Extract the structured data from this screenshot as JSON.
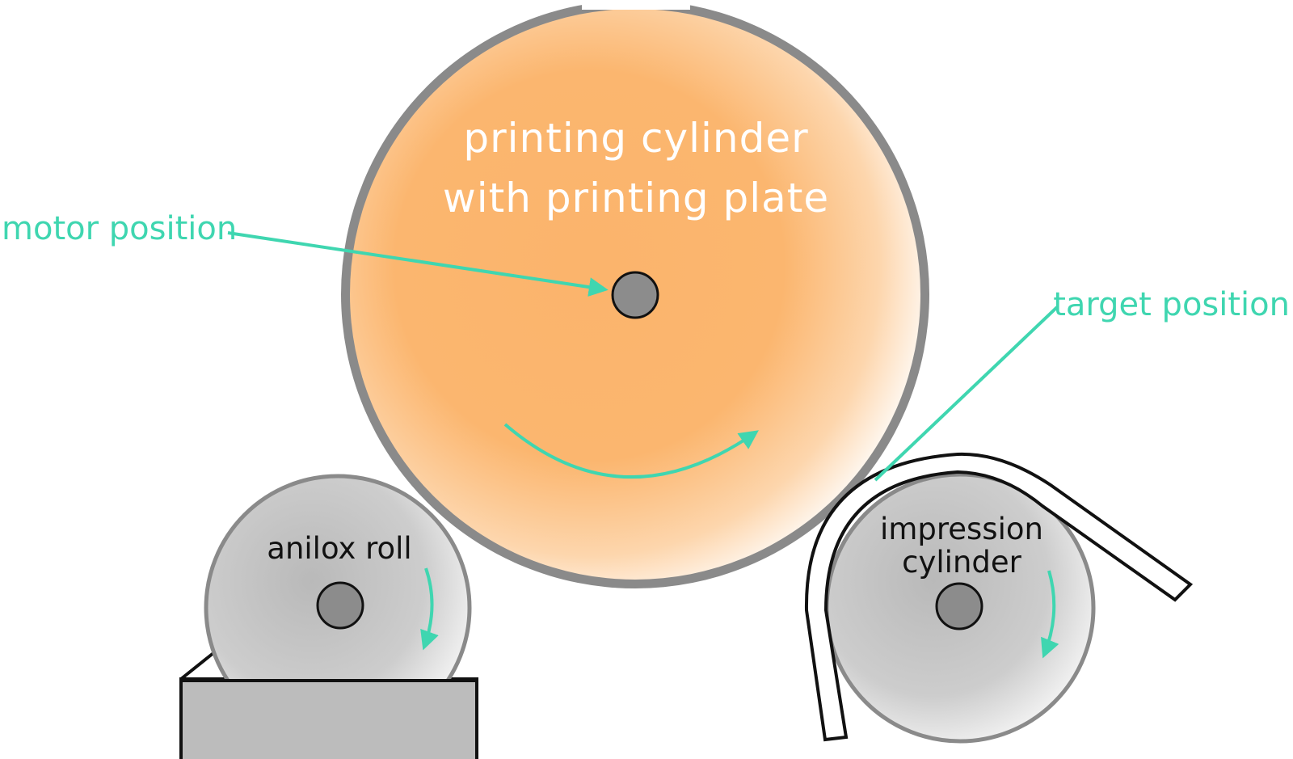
{
  "colors": {
    "accent": "#3fd6b0",
    "cylinder_orange": "#fbb46c",
    "rim_gray": "#8a8a8a",
    "roll_gray": "#bdbdbd",
    "hub_gray": "#8c8c8c"
  },
  "printing_cylinder": {
    "label_line1": "printing cylinder",
    "label_line2": "with printing plate"
  },
  "anilox_roll": {
    "label": "anilox roll"
  },
  "impression_cylinder": {
    "label_line1": "impression",
    "label_line2": "cylinder"
  },
  "annotations": {
    "motor_position": "motor position",
    "target_position": "target position"
  }
}
